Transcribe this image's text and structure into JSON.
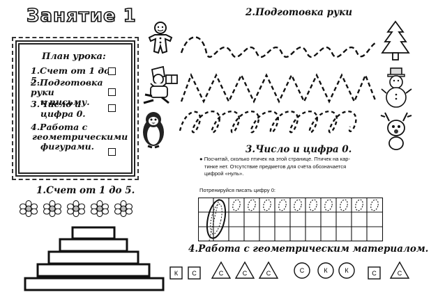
{
  "header": {
    "title": "Занятие 1"
  },
  "plan": {
    "title": "План урока:",
    "items": [
      {
        "line1": "1.Счет от 1 до 5.",
        "line2": ""
      },
      {
        "line1": "2.Подготовка руки",
        "line2": "к письму."
      },
      {
        "line1": "3.Число и",
        "line2": "цифра 0."
      },
      {
        "line1": "4.Работа с",
        "line2": "геометрическими",
        "line3": "фигурами."
      }
    ]
  },
  "sections": {
    "counting": "1.Счет от 1 до 5.",
    "hand_prep": "2.Подготовка руки",
    "number_zero": "3.Число и цифра 0.",
    "geometry": "4.Работа с геометрическим материалом."
  },
  "number_zero": {
    "instruction_line1": "Посчитай, сколько птичек на этой странице. Птичек на кар-",
    "instruction_line2": "тинке нет. Отсутствие предметов для счёта обозначается",
    "instruction_line3": "цифрой «нуль».",
    "practice_label": "Потренируйся писать цифру 0:"
  },
  "geometry": {
    "shapes": [
      {
        "shape": "square",
        "label": "К"
      },
      {
        "shape": "square",
        "label": "С"
      },
      {
        "shape": "triangle",
        "label": "С"
      },
      {
        "shape": "triangle",
        "label": "С"
      },
      {
        "shape": "triangle",
        "label": "С"
      },
      {
        "shape": "circle",
        "label": "С"
      },
      {
        "shape": "circle",
        "label": "К"
      },
      {
        "shape": "circle",
        "label": "К"
      },
      {
        "shape": "square",
        "label": "С"
      },
      {
        "shape": "triangle",
        "label": "С"
      }
    ]
  },
  "icons": {
    "gingerbread": "gingerbread-man-icon",
    "santa": "santa-icon",
    "penguin": "penguin-icon",
    "tree": "christmas-tree-icon",
    "snowman": "snowman-icon",
    "reindeer": "reindeer-icon",
    "flower": "flower-icon"
  },
  "counting": {
    "flower_count": 5,
    "pyramid_steps": 5
  }
}
